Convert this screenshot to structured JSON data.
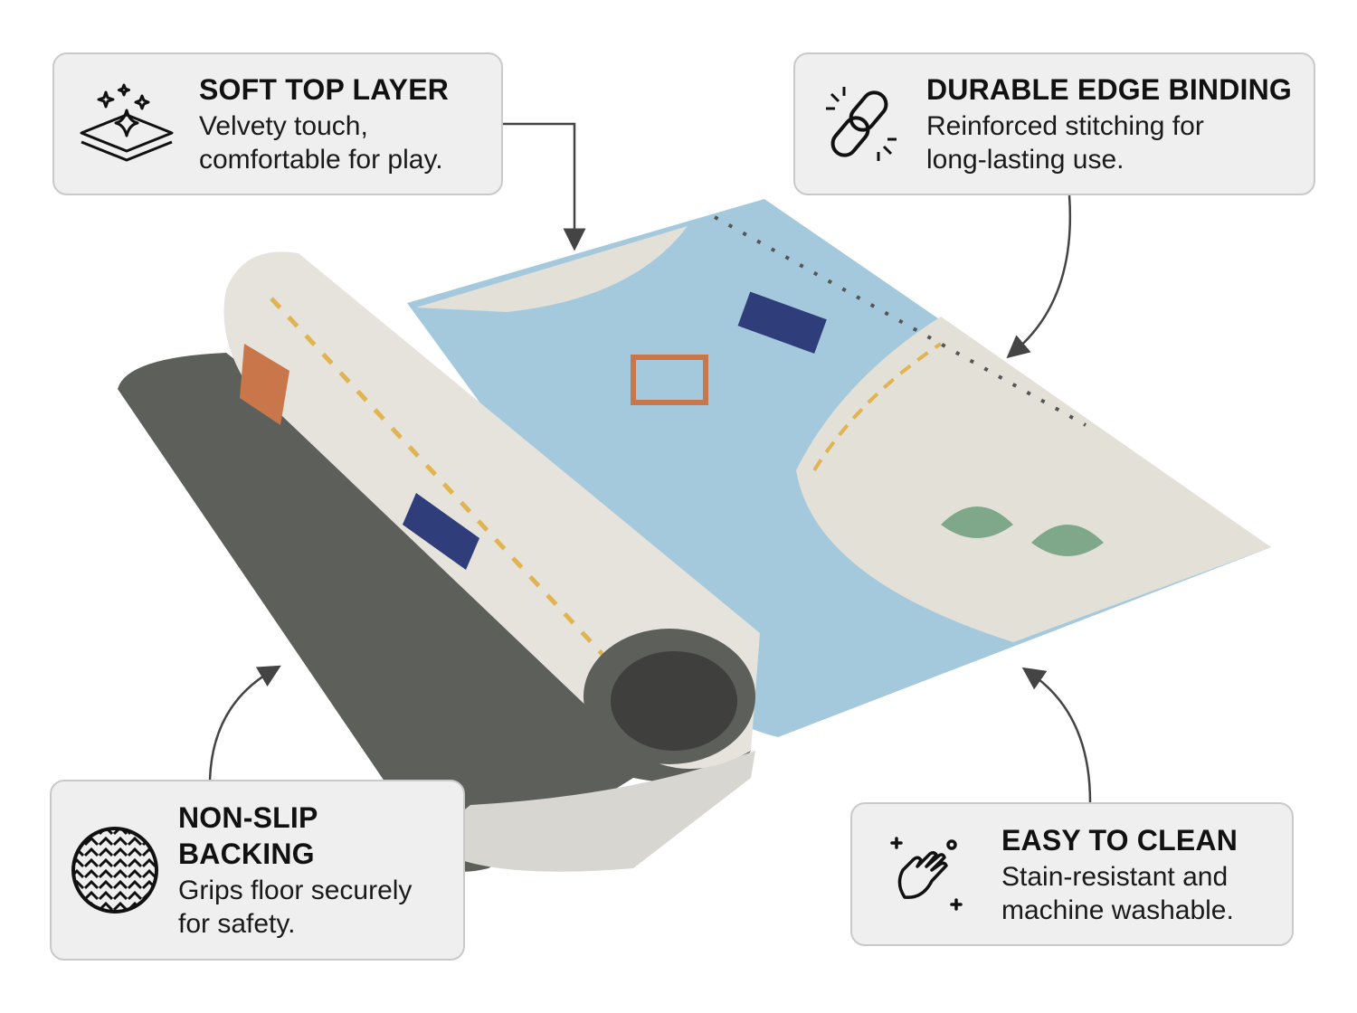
{
  "features": [
    {
      "title": "SOFT TOP LAYER",
      "line1": "Velvety touch,",
      "line2": "comfortable for play.",
      "icon": "sparkle-layers-icon"
    },
    {
      "title": "DURABLE EDGE BINDING",
      "line1": "Reinforced stitching for",
      "line2": "long-lasting use.",
      "icon": "chain-link-icon"
    },
    {
      "title_line1": "NON-SLIP",
      "title_line2": "BACKING",
      "line1": "Grips floor securely",
      "line2": "for safety.",
      "icon": "herringbone-grip-icon"
    },
    {
      "title": "EASY TO CLEAN",
      "line1": "Stain-resistant and",
      "line2": "machine washable.",
      "icon": "washing-hand-icon"
    }
  ],
  "colors": {
    "box_bg": "#efefef",
    "box_border": "#c9c9c9",
    "rug_blue": "#9cc3d8",
    "rug_cream": "#e6e3dc",
    "backing": "#5c5e5a",
    "road_dash": "#e0b450"
  }
}
